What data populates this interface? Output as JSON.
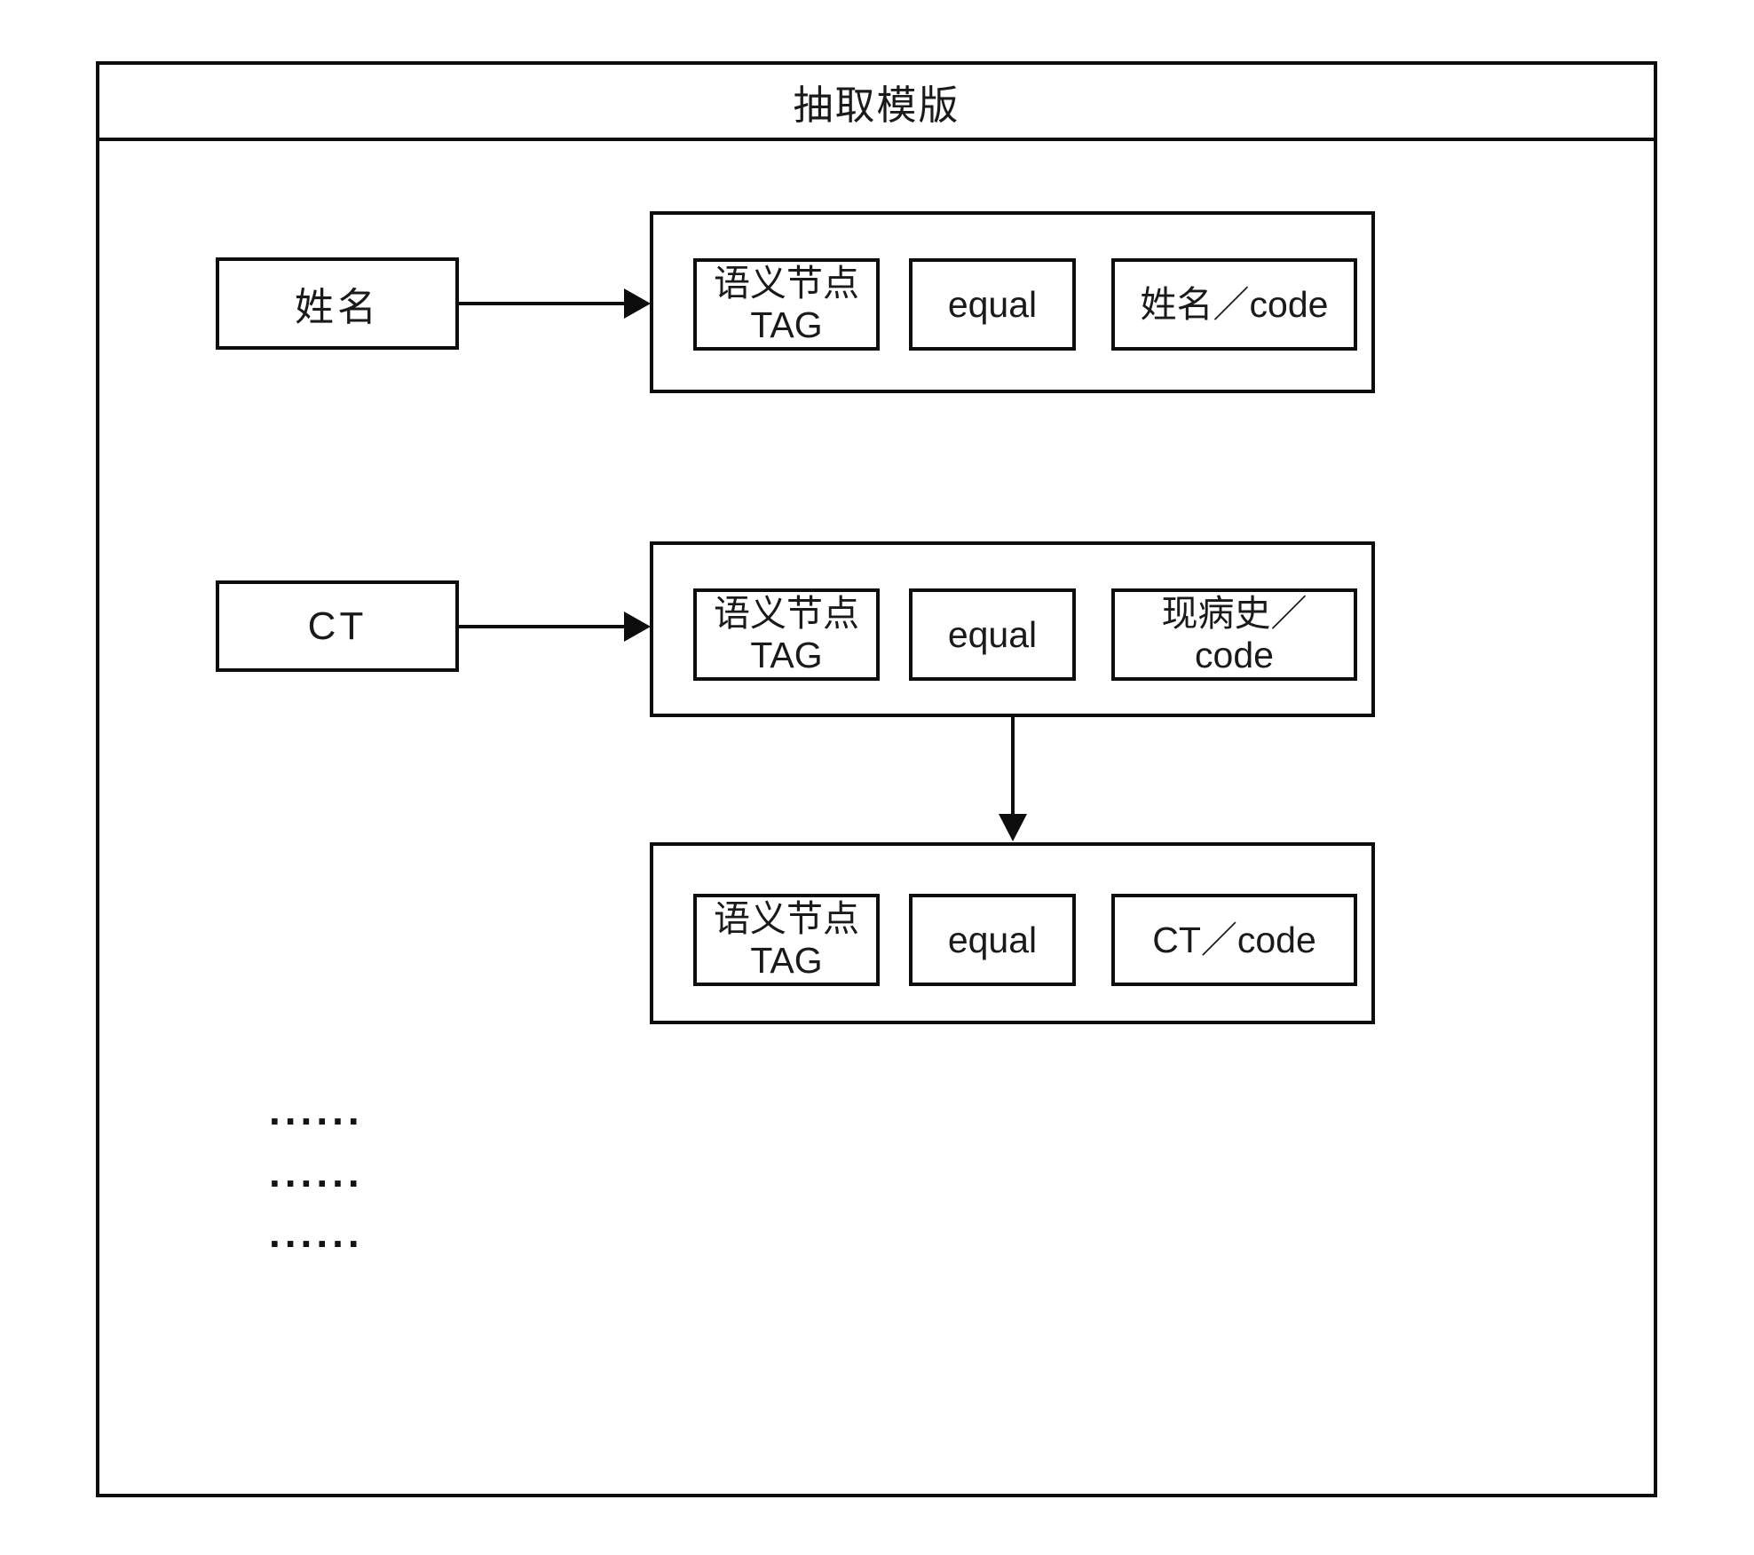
{
  "title": "抽取模版",
  "sources": [
    {
      "label": "姓名"
    },
    {
      "label": "CT"
    }
  ],
  "groups": [
    {
      "cells": [
        {
          "line1": "语义节点",
          "line2": "TAG"
        },
        {
          "line1": "equal"
        },
        {
          "line1": "姓名／code"
        }
      ]
    },
    {
      "cells": [
        {
          "line1": "语义节点",
          "line2": "TAG"
        },
        {
          "line1": "equal"
        },
        {
          "line1": "现病史／",
          "line2": "code"
        }
      ]
    },
    {
      "cells": [
        {
          "line1": "语义节点",
          "line2": "TAG"
        },
        {
          "line1": "equal"
        },
        {
          "line1": "CT／code"
        }
      ]
    }
  ],
  "ellipsis": [
    "......",
    "......",
    "......"
  ],
  "colors": {
    "border": "#0d0d0d",
    "text": "#1a1a1a",
    "background": "#ffffff"
  }
}
